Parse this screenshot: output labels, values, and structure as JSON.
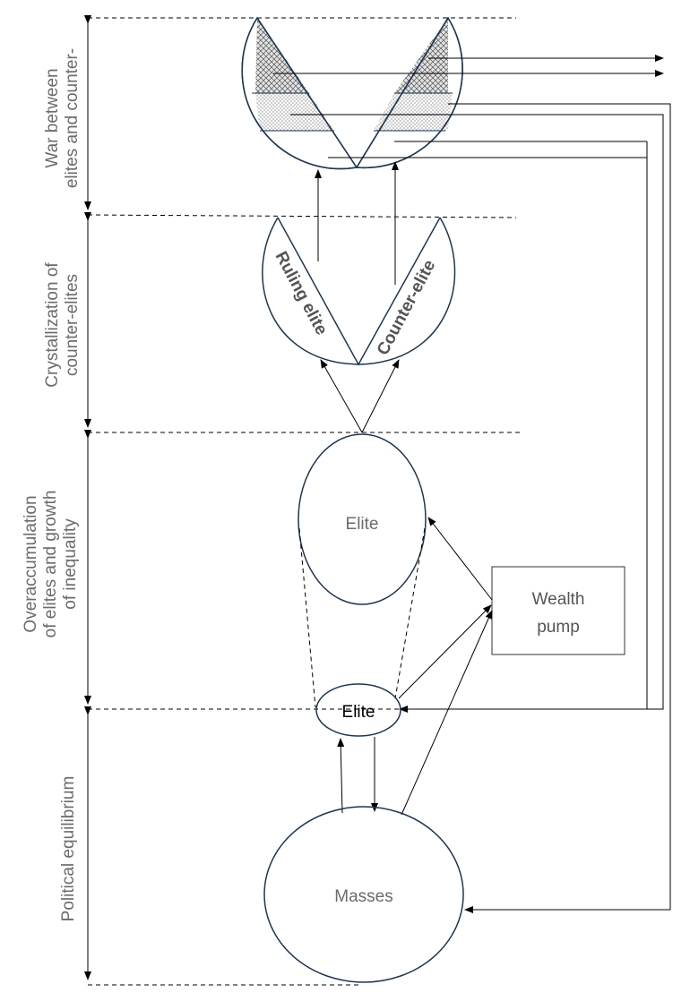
{
  "stages": {
    "war_line1": "War between",
    "war_line2": "elites and counter-",
    "cryst_line1": "Crystallization of",
    "cryst_line2": "counter-elites",
    "over_line1": "Overaccumulation",
    "over_line2": "of elites and growth",
    "over_line3": "of inequality",
    "equilibrium": "Political equilibrium"
  },
  "nodes": {
    "ruling_elite": "Ruling elite",
    "counter_elite": "Counter-elite",
    "elite_large": "Elite",
    "elite_small": "Elite",
    "wealth_line1": "Wealth",
    "wealth_line2": "pump",
    "masses": "Masses"
  },
  "colors": {
    "stroke": "#1f3650",
    "label_text": "#6b6b6b",
    "hatch": "#555555"
  }
}
